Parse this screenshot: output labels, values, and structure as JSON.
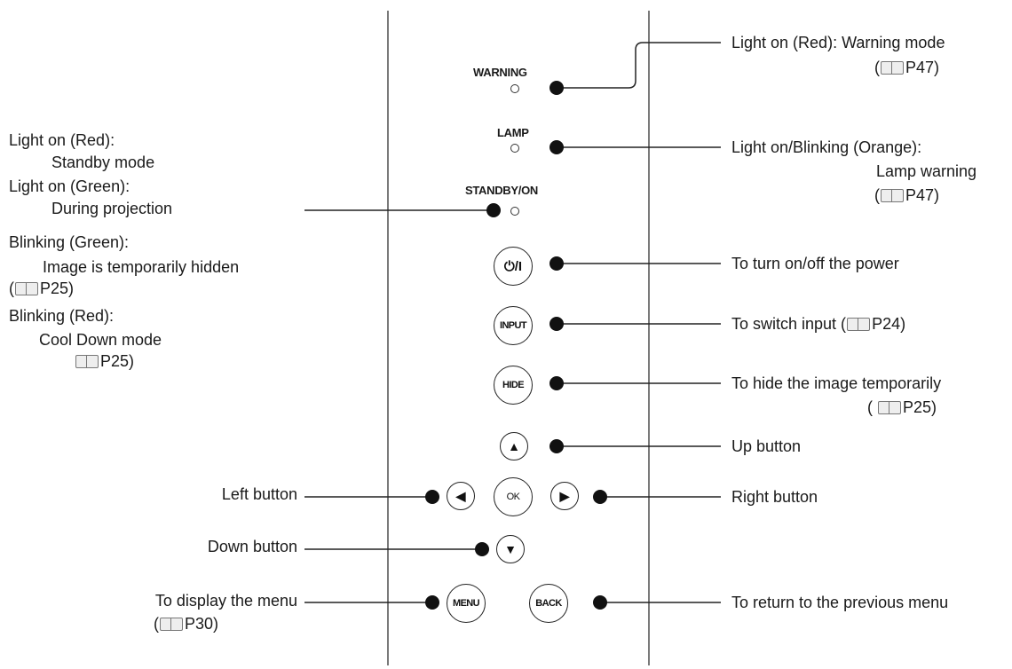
{
  "panel": {
    "labels": {
      "warning": "WARNING",
      "lamp": "LAMP",
      "standby": "STANDBY/ON"
    },
    "buttons": {
      "power": "⏻/I",
      "input": "INPUT",
      "hide": "HIDE",
      "up": "▲",
      "left": "◀",
      "ok": "OK",
      "right": "▶",
      "down": "▼",
      "menu": "MENU",
      "back": "BACK"
    }
  },
  "left_annotations": {
    "standby_1": "Light on (Red):",
    "standby_2": "Standby mode",
    "standby_3": "Light on (Green):",
    "standby_4": "During projection",
    "standby_5": "Blinking (Green):",
    "standby_6": "Image is temporarily hidden",
    "standby_7": "P25)",
    "standby_8": "Blinking (Red):",
    "standby_9": "Cool Down mode",
    "standby_10": "P25)",
    "left_button": "Left button",
    "down_button": "Down button",
    "menu_1": "To display the menu",
    "menu_2": "P30)"
  },
  "right_annotations": {
    "warning_1": "Light on (Red): Warning mode",
    "warning_2": "P47)",
    "lamp_1": "Light on/Blinking (Orange):",
    "lamp_2": "Lamp warning",
    "lamp_3": "P47)",
    "power": "To turn on/off the power",
    "input_pre": "To switch input (",
    "input_post": "P24)",
    "hide_1": "To hide the image temporarily",
    "hide_2": "P25)",
    "up_button": "Up button",
    "right_button": "Right button",
    "back": "To return to the previous menu"
  },
  "icons": {
    "manual_ref": "manual-book-icon"
  }
}
